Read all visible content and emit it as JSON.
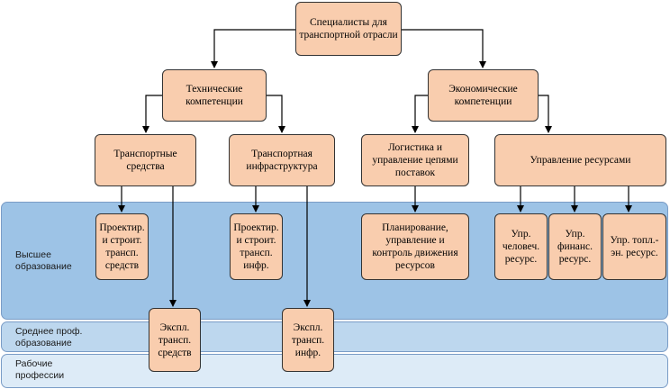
{
  "levels": {
    "higher": "Высшее образование",
    "secondary": "Среднее проф. образование",
    "workers": "Рабочие профессии"
  },
  "root": {
    "label": "Специалисты для транспортной отрасли"
  },
  "competences": {
    "technical": "Технические компетенции",
    "economic": "Экономические компетенции"
  },
  "areas": {
    "vehicles": "Транспортные средства",
    "infrastructure": "Транспортная инфраструктура",
    "logistics": "Логистика и управление цепями поставок",
    "resources": "Управление ресурсами"
  },
  "specialties": {
    "design_vehicles": "Проектир. и строит. трансп. средств",
    "design_infra": "Проектир. и строит. трансп. инфр.",
    "planning": "Планирование, управление и контроль движения ресурсов",
    "human": "Упр. человеч. ресурс.",
    "finance": "Упр. финанс. ресурс.",
    "energy": "Упр. топл.-эн. ресурс.",
    "operate_vehicles": "Экспл. трансп. средств",
    "operate_infra": "Экспл. трансп. инфр."
  },
  "colors": {
    "node_fill": "#f9cdae",
    "band_higher": "#9dc3e6",
    "band_secondary": "#bdd7ee",
    "band_workers": "#ddebf7"
  }
}
